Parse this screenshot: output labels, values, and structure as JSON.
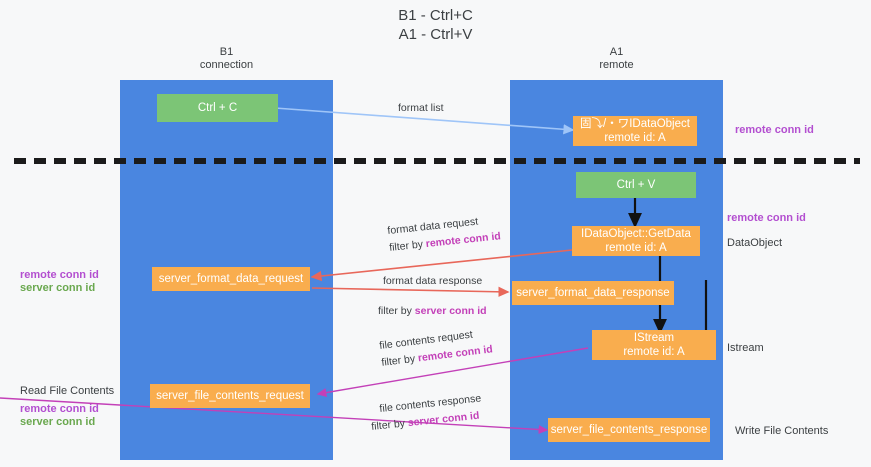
{
  "title": "B1 - Ctrl+C\nA1 - Ctrl+V",
  "lanes": [
    {
      "name": "B1",
      "head": "B1\nconnection"
    },
    {
      "name": "A1",
      "head": "A1\nremote"
    }
  ],
  "boxes": {
    "ctrl_c": {
      "line1": "Ctrl + C",
      "line2": ""
    },
    "idataobject_top": {
      "line1": "固⤵/・ワIDataObject",
      "line2": "remote id: A"
    },
    "ctrl_v": {
      "line1": "Ctrl + V",
      "line2": ""
    },
    "getdata": {
      "line1": "IDataObject::GetData",
      "line2": "remote id: A"
    },
    "server_format_data_request": {
      "line1": "server_format_data_request",
      "line2": ""
    },
    "server_format_data_response": {
      "line1": "server_format_data_response",
      "line2": ""
    },
    "istream": {
      "line1": "IStream",
      "line2": "remote id: A"
    },
    "server_file_contents_request": {
      "line1": "server_file_contents_request",
      "line2": ""
    },
    "server_file_contents_response": {
      "line1": "server_file_contents_response",
      "line2": ""
    }
  },
  "edge_labels": {
    "format_list": "format list",
    "format_data_request": "format data request",
    "format_data_request_filter_prefix": "filter by ",
    "format_data_request_filter_key": "remote conn id",
    "format_data_response": "format data response",
    "format_data_response_filter_prefix": "filter by ",
    "format_data_response_filter_key": "server conn id",
    "file_contents_request": "file contents request",
    "file_contents_request_filter_prefix": "filter by ",
    "file_contents_request_filter_key": "remote conn id",
    "file_contents_response": "file contents response",
    "file_contents_response_filter_prefix": "filter by ",
    "file_contents_response_filter_key": "server conn id"
  },
  "right_labels": {
    "remote_conn_id_top": "remote conn id",
    "remote_conn_id_mid": "remote conn id",
    "dataobject": "DataObject",
    "istream": "Istream",
    "write_file_contents": "Write File Contents"
  },
  "left_labels": {
    "remote_conn_id": "remote conn id",
    "server_conn_id": "server conn id",
    "read_file_contents": "Read File Contents",
    "remote_conn_id_2": "remote conn id",
    "server_conn_id_2": "server conn id"
  },
  "colors": {
    "lane": "#4a86e0",
    "green_box": "#7cc576",
    "orange_box": "#f9ad4e",
    "purple": "#b34fd0",
    "green_text": "#6aa84f",
    "magenta": "#c340b8",
    "arrow_blue": "#9fc5f8",
    "arrow_red": "#e8675a",
    "arrow_black": "#111111",
    "background": "#f7f8f9"
  }
}
